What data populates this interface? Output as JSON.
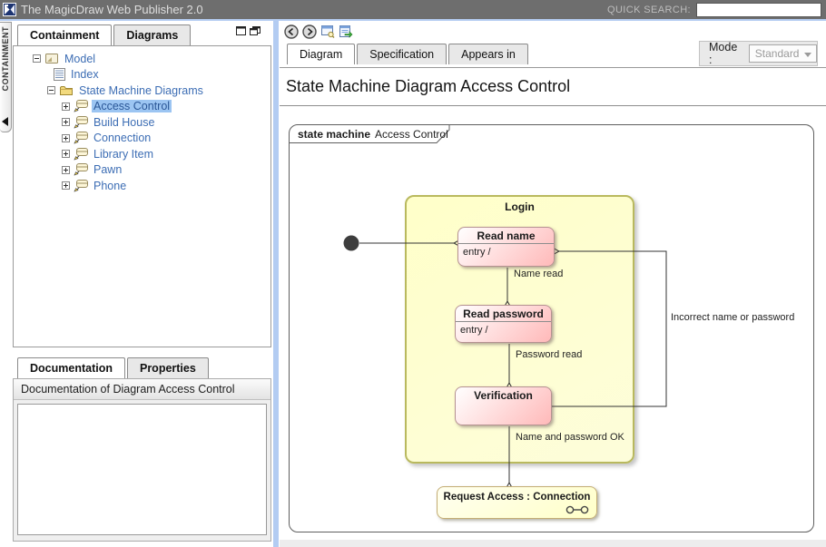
{
  "titlebar": {
    "title": "The MagicDraw Web Publisher 2.0",
    "quick_search_label": "QUICK SEARCH:",
    "search_value": ""
  },
  "left": {
    "collapse_tab_label": "CONTAINMENT",
    "tabs": [
      {
        "label": "Containment",
        "active": true
      },
      {
        "label": "Diagrams",
        "active": false
      }
    ],
    "tree": [
      {
        "label": "Model",
        "icon": "model-icon",
        "expander": "minus",
        "selected": false
      },
      {
        "label": "Index",
        "icon": "index-icon",
        "expander": "none",
        "selected": false
      },
      {
        "label": "State Machine Diagrams",
        "icon": "folder-icon",
        "expander": "minus",
        "selected": false
      },
      {
        "label": "Access Control",
        "icon": "statemachine-diagram-icon",
        "expander": "plus",
        "selected": true
      },
      {
        "label": "Build House",
        "icon": "statemachine-diagram-icon",
        "expander": "plus",
        "selected": false
      },
      {
        "label": "Connection",
        "icon": "statemachine-diagram-icon",
        "expander": "plus",
        "selected": false
      },
      {
        "label": "Library Item",
        "icon": "statemachine-diagram-icon",
        "expander": "plus",
        "selected": false
      },
      {
        "label": "Pawn",
        "icon": "statemachine-diagram-icon",
        "expander": "plus",
        "selected": false
      },
      {
        "label": "Phone",
        "icon": "statemachine-diagram-icon",
        "expander": "plus",
        "selected": false
      }
    ],
    "doc_tabs": [
      {
        "label": "Documentation",
        "active": true
      },
      {
        "label": "Properties",
        "active": false
      }
    ],
    "doc_header": "Documentation of Diagram Access Control",
    "doc_text": ""
  },
  "toolbar_icons": [
    "back-icon",
    "forward-icon",
    "specification-window-icon",
    "open-in-new-window-icon"
  ],
  "right_tabs": [
    {
      "label": "Diagram",
      "active": true
    },
    {
      "label": "Specification",
      "active": false
    },
    {
      "label": "Appears in",
      "active": false
    }
  ],
  "mode": {
    "label": "Mode :",
    "value": "Standard"
  },
  "content": {
    "page_title": "State Machine Diagram Access Control"
  },
  "diagram": {
    "frame_keyword": "state machine",
    "frame_name": "Access Control",
    "login_title": "Login",
    "states": {
      "read_name": {
        "title": "Read name",
        "entry": "entry /"
      },
      "read_password": {
        "title": "Read password",
        "entry": "entry /"
      },
      "verification": {
        "title": "Verification"
      },
      "request_access": {
        "title": "Request Access : Connection"
      }
    },
    "transitions": {
      "name_read": "Name read",
      "password_read": "Password read",
      "name_password_ok": "Name and password OK",
      "incorrect": "Incorrect name or password"
    }
  },
  "colors": {
    "topbar": "#6e6e6e",
    "accent_blue_splitter": "#b3ccf2",
    "tree_text": "#3c6db4",
    "tree_selection": "#9cc5f2",
    "login_fill": "#ffffc9",
    "login_border": "#b9b95e",
    "state_pink": "#ffb9b9",
    "yellow_state_border": "#c4ad74"
  }
}
